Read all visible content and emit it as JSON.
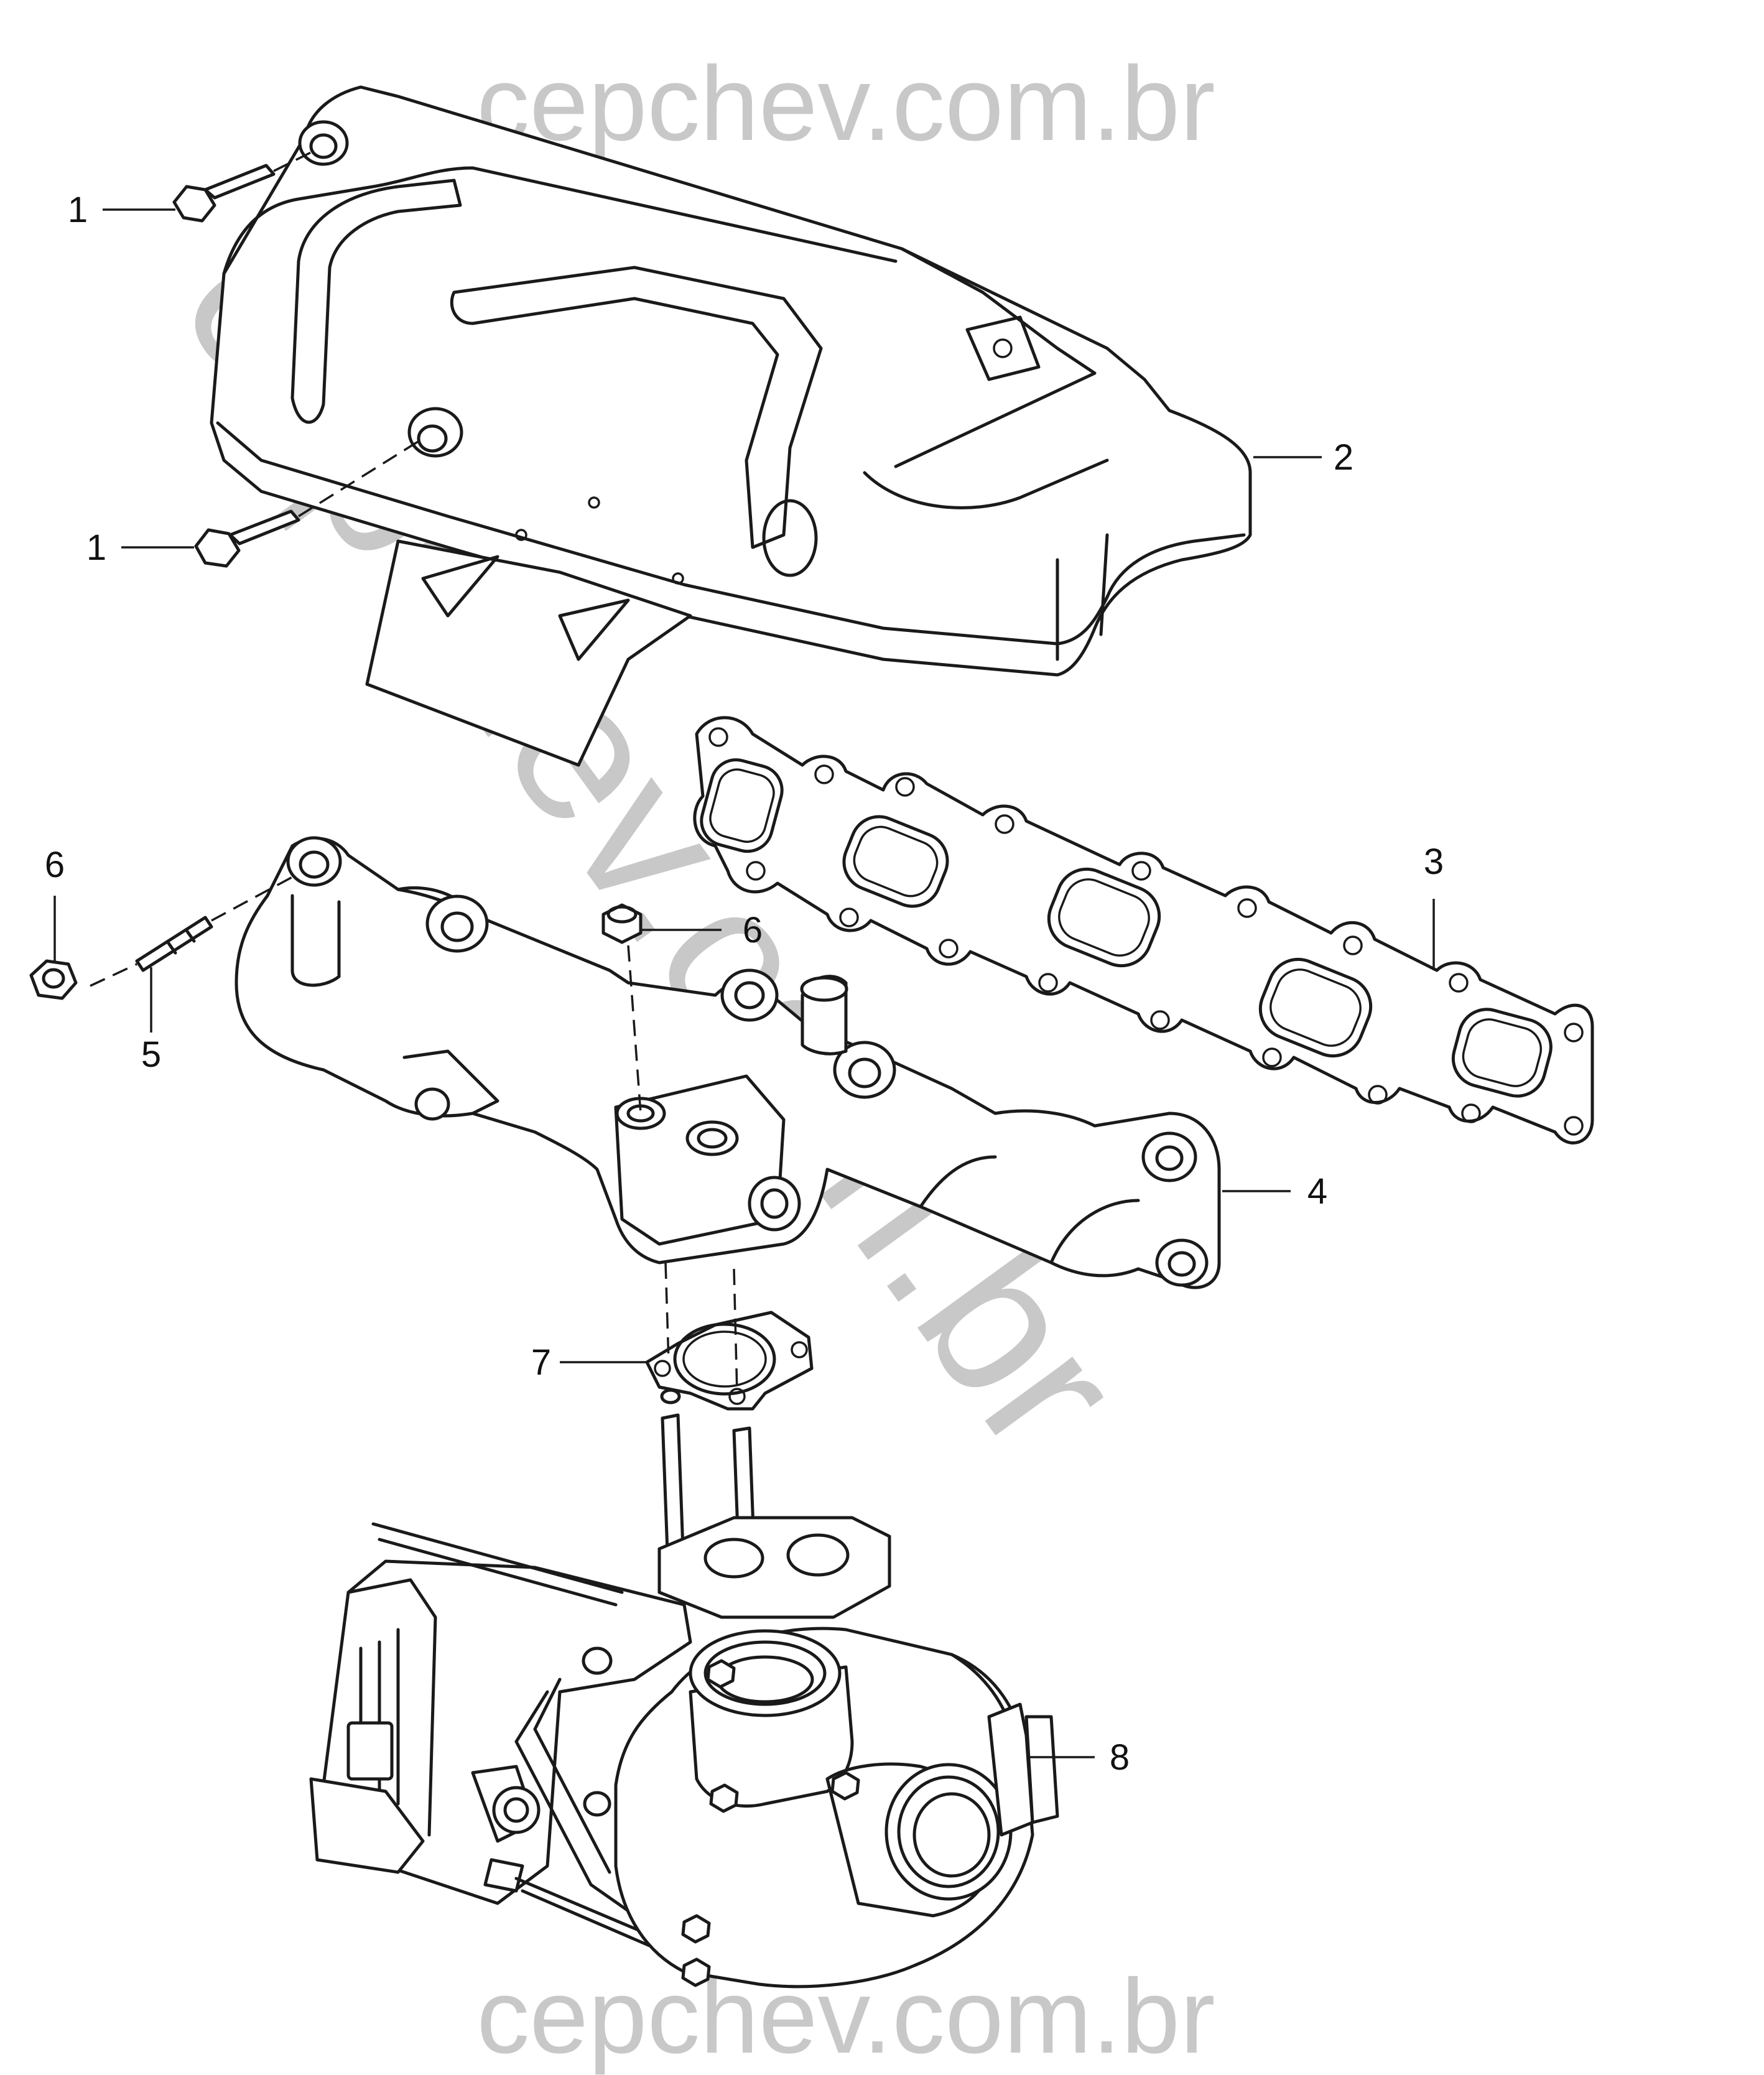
{
  "watermark": {
    "top": "cepchev.com.br",
    "diagonal": "cepchev.com.br",
    "bottom": "cepchev.com.br",
    "color": "#c8c8c8"
  },
  "callouts": [
    {
      "id": "c1a",
      "label": "1"
    },
    {
      "id": "c1b",
      "label": "1"
    },
    {
      "id": "c2",
      "label": "2"
    },
    {
      "id": "c3",
      "label": "3"
    },
    {
      "id": "c4",
      "label": "4"
    },
    {
      "id": "c5",
      "label": "5"
    },
    {
      "id": "c6a",
      "label": "6"
    },
    {
      "id": "c6b",
      "label": "6"
    },
    {
      "id": "c7",
      "label": "7"
    },
    {
      "id": "c8",
      "label": "8"
    }
  ]
}
